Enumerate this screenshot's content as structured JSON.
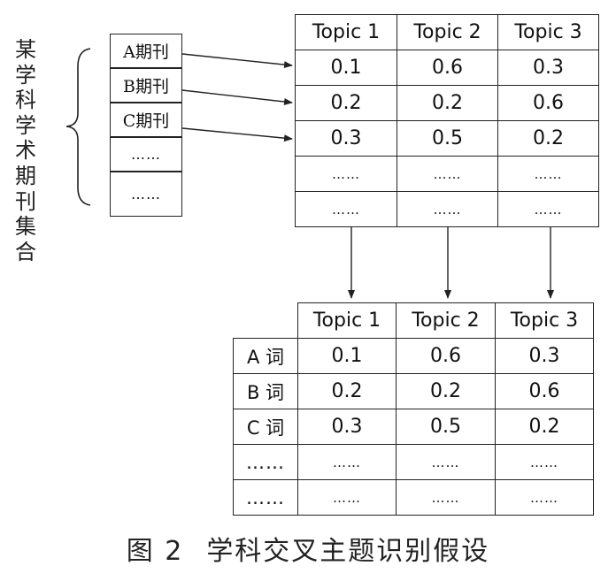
{
  "collection_label": "某学科学术期刊集合",
  "journals": [
    "A期刊",
    "B期刊",
    "C期刊",
    "……",
    "……"
  ],
  "top_matrix": {
    "headers": [
      "Topic 1",
      "Topic 2",
      "Topic 3"
    ],
    "rows": [
      [
        "0.1",
        "0.6",
        "0.3"
      ],
      [
        "0.2",
        "0.2",
        "0.6"
      ],
      [
        "0.3",
        "0.5",
        "0.2"
      ],
      [
        "……",
        "……",
        "……"
      ],
      [
        "……",
        "……",
        "……"
      ]
    ]
  },
  "bottom_matrix": {
    "headers": [
      "Topic 1",
      "Topic 2",
      "Topic 3"
    ],
    "row_labels": [
      "A 词",
      "B 词",
      "C 词",
      "……",
      "……"
    ],
    "rows": [
      [
        "0.1",
        "0.6",
        "0.3"
      ],
      [
        "0.2",
        "0.2",
        "0.6"
      ],
      [
        "0.3",
        "0.5",
        "0.2"
      ],
      [
        "……",
        "……",
        "……"
      ],
      [
        "……",
        "……",
        "……"
      ]
    ]
  },
  "caption": {
    "number": "图 2",
    "title": "学科交叉主题识别假设"
  }
}
